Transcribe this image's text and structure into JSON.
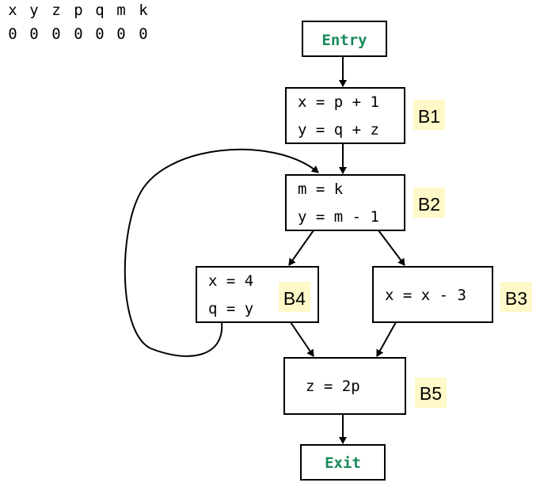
{
  "bit_vector": {
    "variables": [
      "x",
      "y",
      "z",
      "p",
      "q",
      "m",
      "k"
    ],
    "bits": [
      "0",
      "0",
      "0",
      "0",
      "0",
      "0",
      "0"
    ]
  },
  "blocks": {
    "entry": {
      "label": "Entry"
    },
    "b1": {
      "name": "B1",
      "lines": [
        "x = p + 1",
        "y = q + z"
      ]
    },
    "b2": {
      "name": "B2",
      "lines": [
        "m = k",
        "y = m - 1"
      ]
    },
    "b3": {
      "name": "B3",
      "lines": [
        "x = x - 3"
      ]
    },
    "b4": {
      "name": "B4",
      "lines": [
        "x = 4",
        "q = y"
      ]
    },
    "b5": {
      "name": "B5",
      "lines": [
        "z = 2p"
      ]
    },
    "exit": {
      "label": "Exit"
    }
  },
  "colors": {
    "terminal_text": "#1a8a5a",
    "block_tag_bg": "#fff8c8",
    "stroke": "#000000"
  }
}
